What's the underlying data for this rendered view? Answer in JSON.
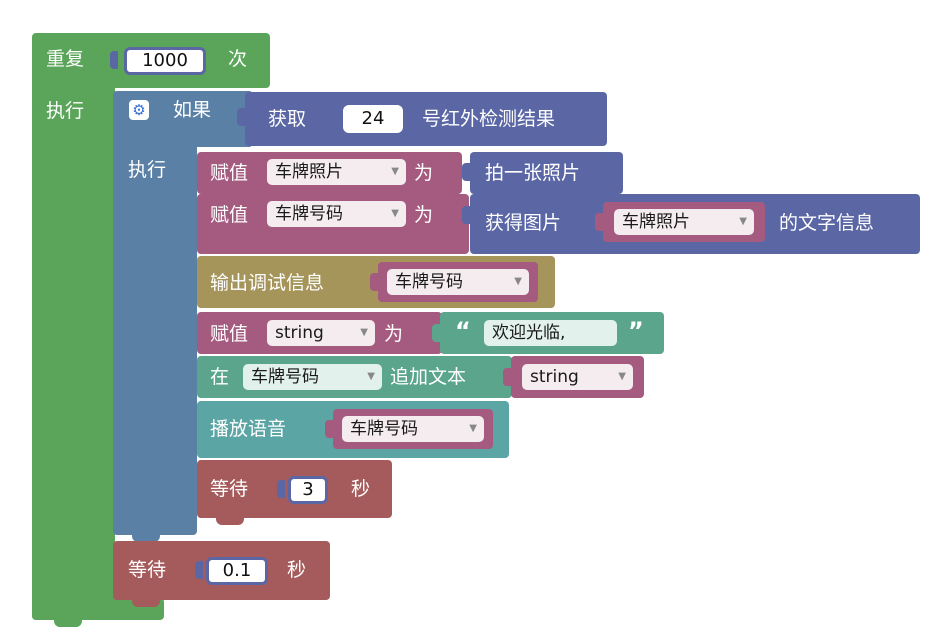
{
  "colors": {
    "loop": "#5ba55b",
    "if": "#5b80a5",
    "sensor": "#5b67a5",
    "variable": "#a55b80",
    "debug": "#a5955b",
    "text": "#5ba58c",
    "audio": "#5ba5a5",
    "wait": "#a55b5b"
  },
  "repeat": {
    "label": "重复",
    "count": "1000",
    "suffix": "次",
    "do": "执行"
  },
  "if_block": {
    "label": "如果",
    "do": "执行",
    "gear_icon": "gear-icon"
  },
  "ir_sensor": {
    "get": "获取",
    "port": "24",
    "result": "号红外检测结果"
  },
  "set1": {
    "label": "赋值",
    "var": "车牌照片",
    "as": "为",
    "value": "拍一张照片"
  },
  "set2": {
    "label": "赋值",
    "var": "车牌号码",
    "as": "为",
    "func": "获得图片",
    "arg": "车牌照片",
    "suffix": "的文字信息"
  },
  "debug": {
    "label": "输出调试信息",
    "var": "车牌号码"
  },
  "set3": {
    "label": "赋值",
    "var": "string",
    "as": "为",
    "open_quote": "“",
    "text": "欢迎光临,",
    "close_quote": "”"
  },
  "append": {
    "in": "在",
    "var": "车牌号码",
    "label": "追加文本",
    "arg": "string"
  },
  "speak": {
    "label": "播放语音",
    "var": "车牌号码"
  },
  "wait_inner": {
    "label": "等待",
    "value": "3",
    "unit": "秒"
  },
  "wait_outer": {
    "label": "等待",
    "value": "0.1",
    "unit": "秒"
  }
}
